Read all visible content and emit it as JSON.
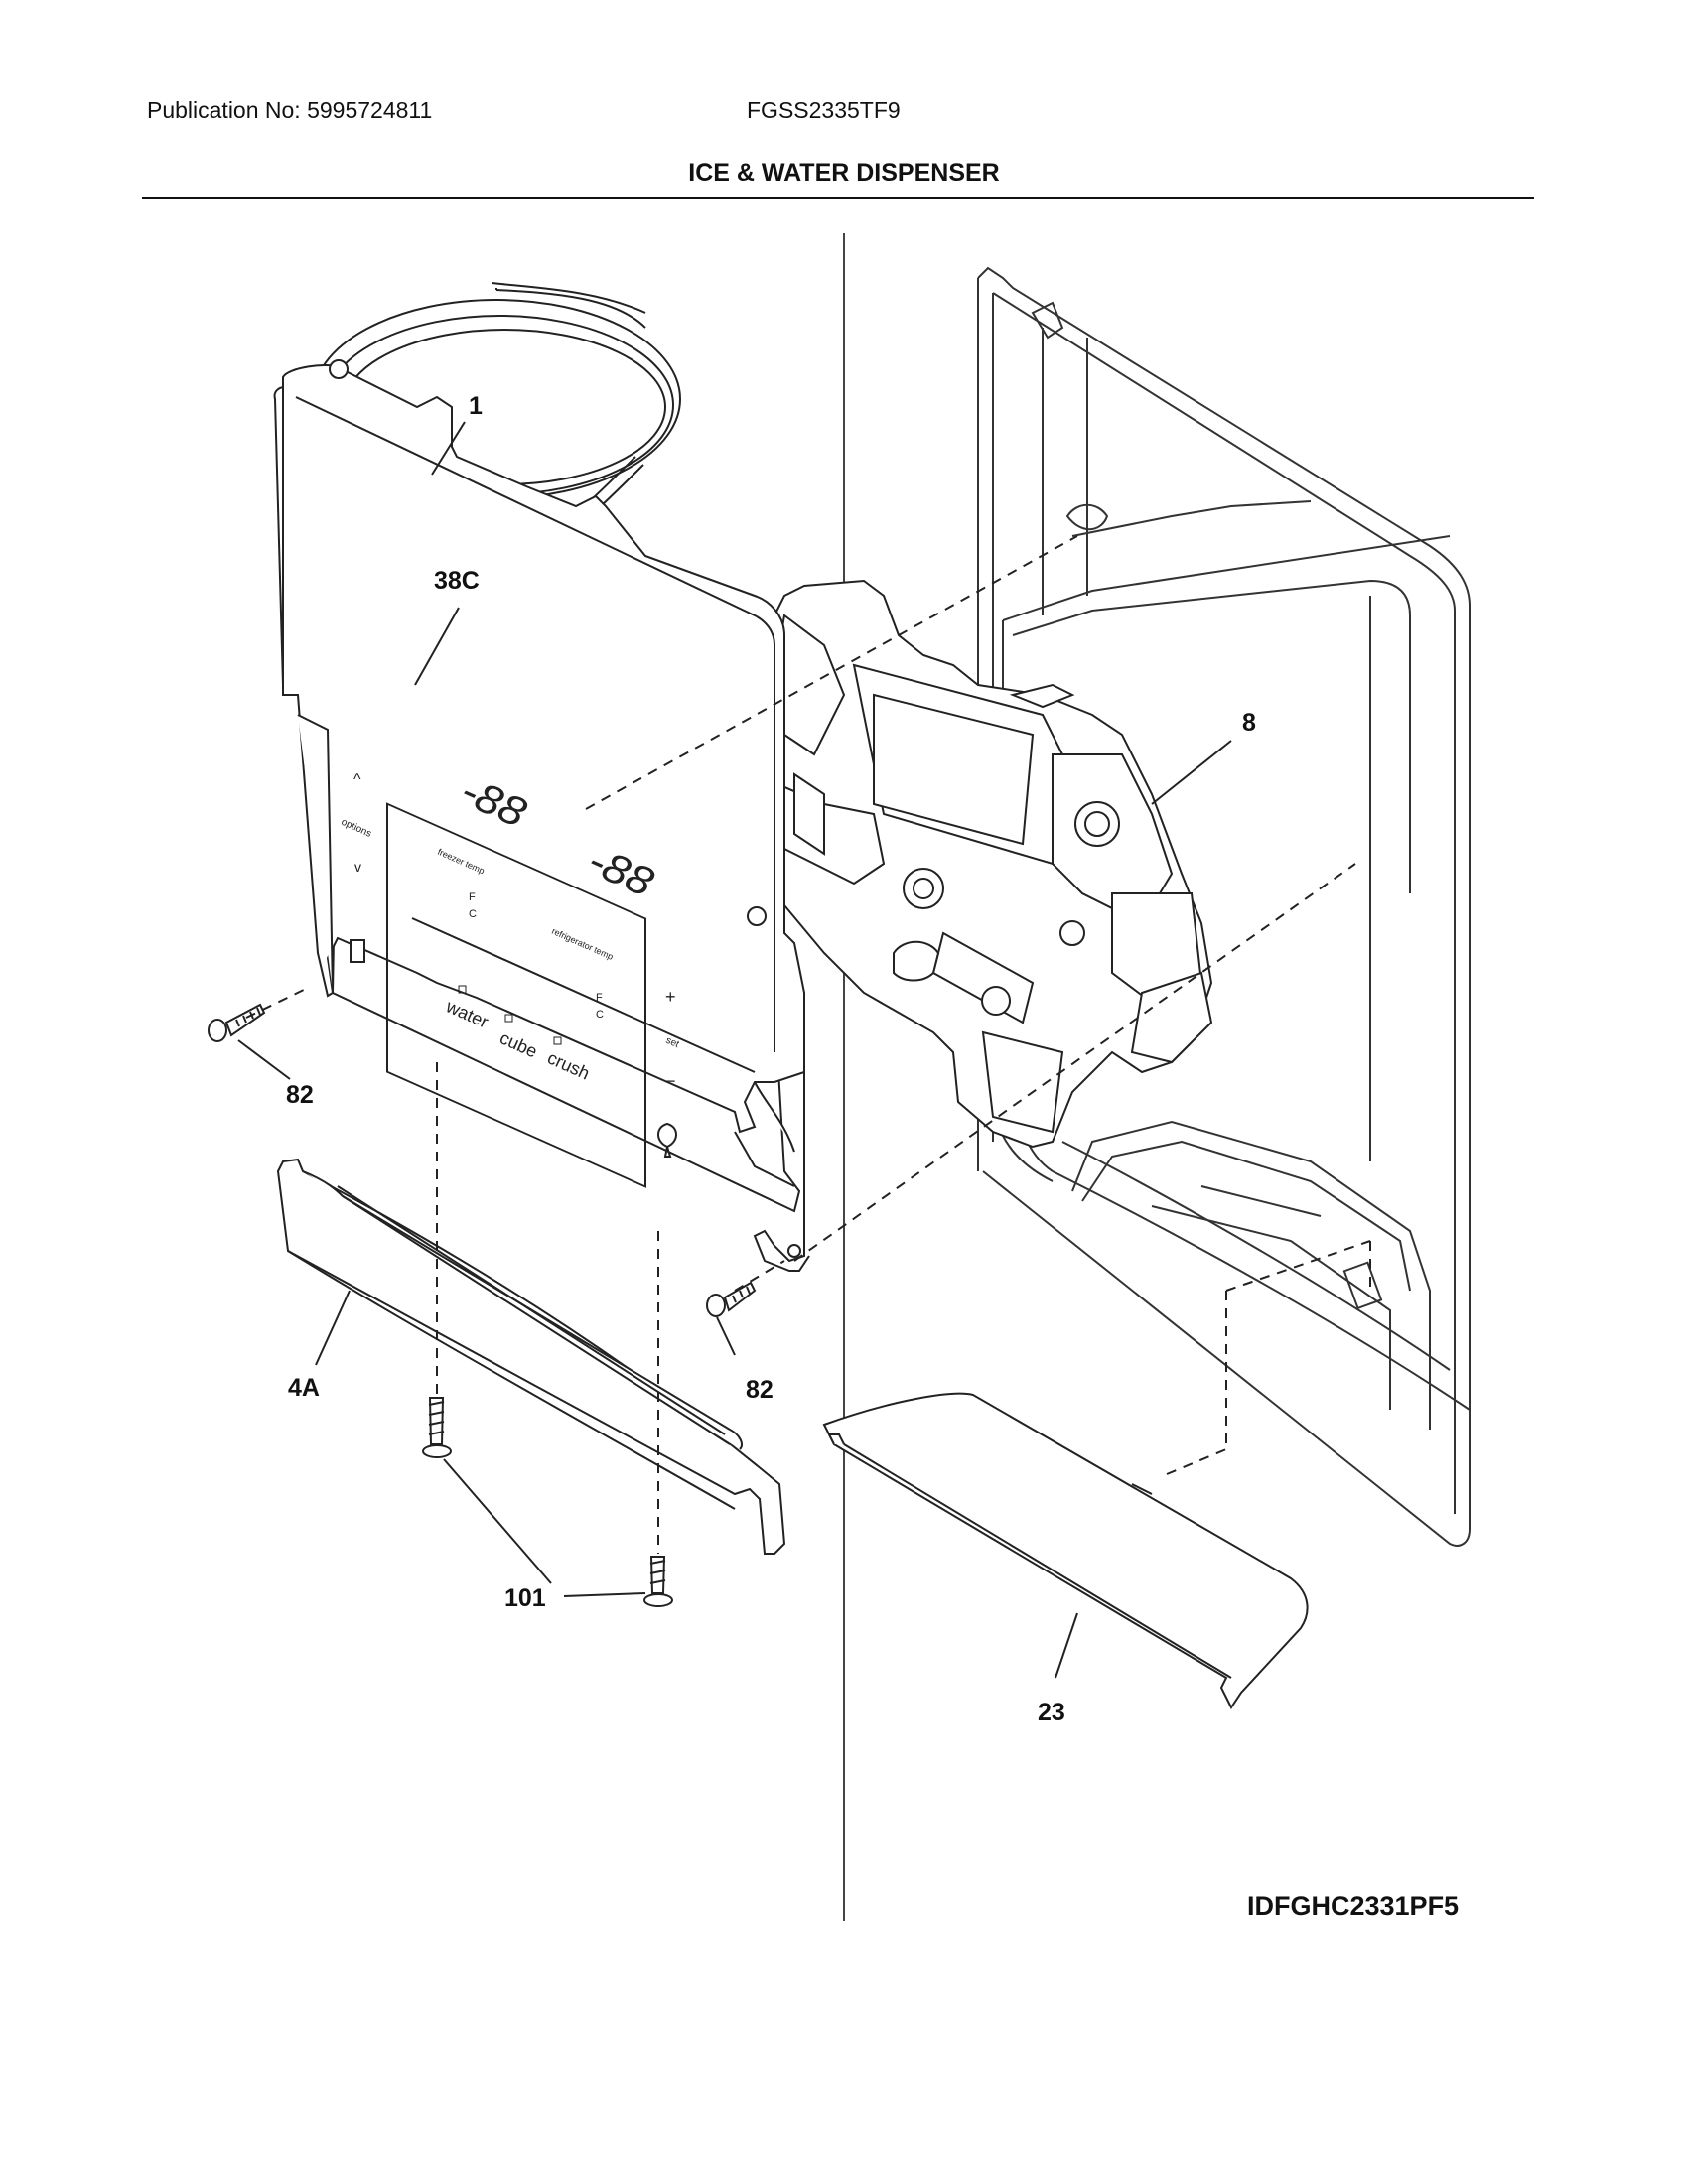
{
  "header": {
    "publication": "Publication No: 5995724811",
    "model": "FGSS2335TF9",
    "title": "ICE & WATER DISPENSER"
  },
  "callouts": {
    "tubing": "1",
    "control_panel": "38C",
    "dispenser_housing": "8",
    "screw_left": "82",
    "screw_right": "82",
    "trim_bar": "4A",
    "screws_bottom": "101",
    "drip_tray": "23"
  },
  "panel": {
    "up_arrow": "^",
    "options": "options",
    "down_arrow": "v",
    "freezer_temp": "freezer temp",
    "refrigerator_temp": "refrigerator temp",
    "left_display": "-88",
    "right_display": "-88",
    "unit_f": "F",
    "unit_c": "C",
    "plus": "+",
    "set": "set",
    "minus": "−",
    "water": "water",
    "cube": "cube",
    "crush": "crush"
  },
  "diagram_id": "IDFGHC2331PF5"
}
